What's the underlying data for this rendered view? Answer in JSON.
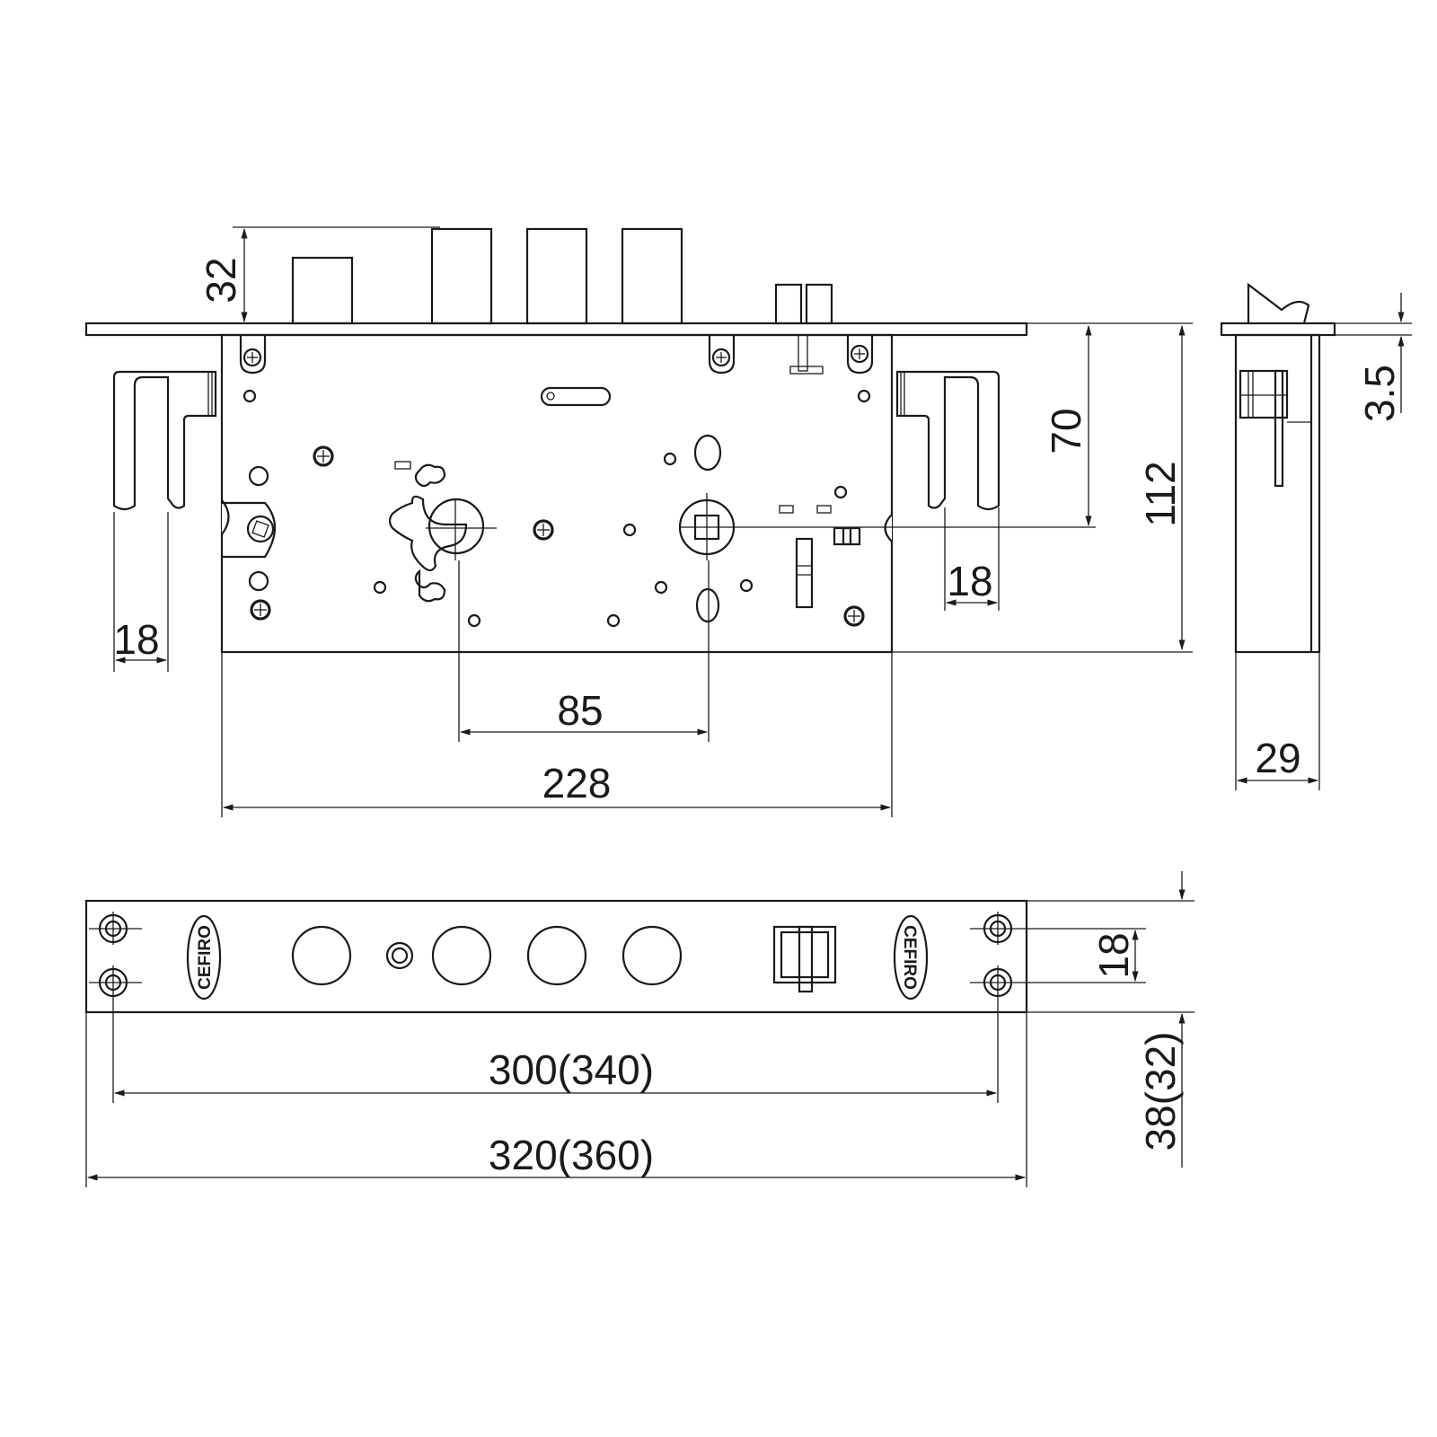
{
  "front_view": {
    "dim_total_width": "228",
    "dim_backset_to_follower": "85",
    "dim_bolt_projection": "32",
    "dim_follower_height": "70",
    "dim_case_height": "112",
    "dim_left_hook": "18",
    "dim_right_hook": "18"
  },
  "side_view": {
    "dim_depth": "29",
    "dim_faceplate_thickness": "3.5"
  },
  "faceplate_view": {
    "brand_left": "CEFIRO",
    "brand_right": "CEFIRO",
    "dim_screw_spacing_v": "18",
    "dim_screw_spacing_h": "300(340)",
    "dim_faceplate_length": "320(360)",
    "dim_faceplate_width": "38(32)"
  },
  "colors": {
    "line": "#1a1a1a",
    "background": "#ffffff"
  }
}
